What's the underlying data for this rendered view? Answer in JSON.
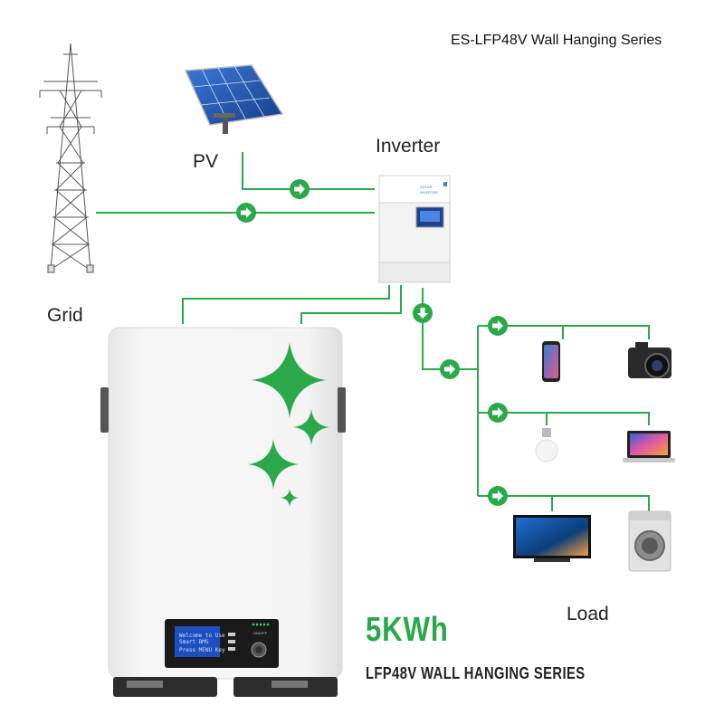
{
  "title": "ES-LFP48V Wall Hanging Series",
  "labels": {
    "pv": "PV",
    "inverter": "Inverter",
    "grid": "Grid",
    "load": "Load"
  },
  "product": {
    "capacity": "5KWh",
    "subtitle": "LFP48V WALL HANGING SERIES"
  },
  "battery_display": {
    "line1": "Welcome to Use",
    "line2": "Smart BMS",
    "line3": "Press MENU Key",
    "button": "ON/OFF"
  },
  "inverter_brand": {
    "line1": "SOLAR",
    "line2": "INVERTER"
  },
  "colors": {
    "flow_line": "#2aa84a",
    "accent": "#2aa84a",
    "battery_body": "#f2f2f2"
  },
  "icons": [
    "power-tower-icon",
    "solar-panel-icon",
    "inverter-icon",
    "battery-icon",
    "smartphone-icon",
    "camera-icon",
    "light-bulb-icon",
    "laptop-icon",
    "tv-icon",
    "washing-machine-icon",
    "flow-arrow-icon"
  ]
}
